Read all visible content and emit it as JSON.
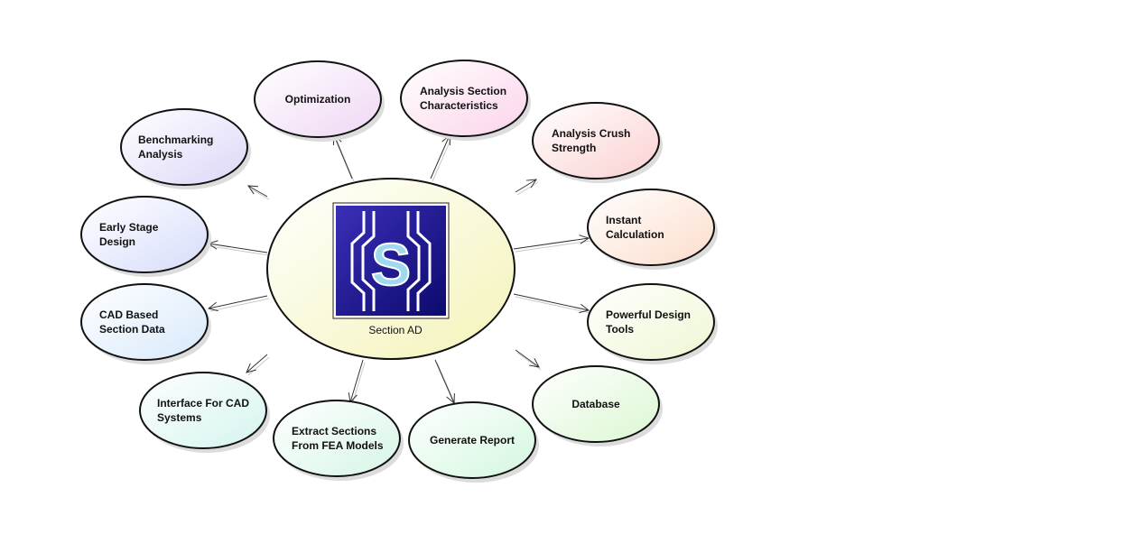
{
  "center": {
    "label": "Section AD",
    "logo_letter": "S",
    "logo_icon": "section-ad-logo-icon",
    "fill": "#f4f3b8"
  },
  "nodes": [
    {
      "id": "optimization",
      "lines": [
        "Optimization"
      ],
      "color": "#efd6f4"
    },
    {
      "id": "analysis-section-characteristics",
      "lines": [
        "Analysis Section",
        "Characteristics"
      ],
      "color": "#fbd3ea"
    },
    {
      "id": "analysis-crush-strength",
      "lines": [
        "Analysis Crush",
        "Strength"
      ],
      "color": "#fbd0d0"
    },
    {
      "id": "instant-calculation",
      "lines": [
        "Instant",
        "Calculation"
      ],
      "color": "#fcdccb"
    },
    {
      "id": "powerful-design-tools",
      "lines": [
        "Powerful Design",
        "Tools"
      ],
      "color": "#eef7d2"
    },
    {
      "id": "database",
      "lines": [
        "Database"
      ],
      "color": "#dbf7d2"
    },
    {
      "id": "generate-report",
      "lines": [
        "Generate Report"
      ],
      "color": "#d3f7df"
    },
    {
      "id": "extract-sections-from-fea-models",
      "lines": [
        "Extract Sections",
        "From FEA Models"
      ],
      "color": "#d6f6e6"
    },
    {
      "id": "interface-for-cad-systems",
      "lines": [
        "Interface For CAD",
        "Systems"
      ],
      "color": "#d4f4ef"
    },
    {
      "id": "cad-based-section-data",
      "lines": [
        "CAD Based",
        "Section Data"
      ],
      "color": "#d7e9fb"
    },
    {
      "id": "early-stage-design",
      "lines": [
        "Early Stage",
        "Design"
      ],
      "color": "#d6dcfb"
    },
    {
      "id": "benchmarking-analysis",
      "lines": [
        "Benchmarking",
        "Analysis"
      ],
      "color": "#dcd6f8"
    }
  ]
}
